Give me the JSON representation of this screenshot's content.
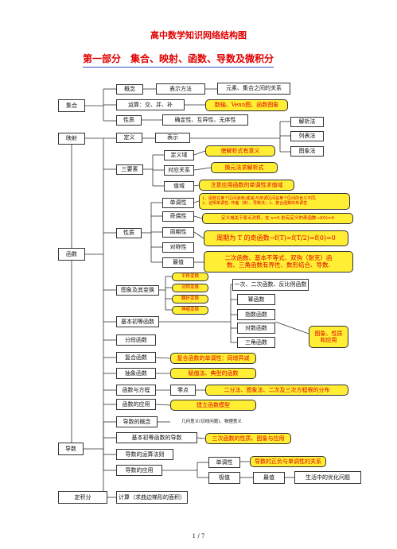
{
  "title": "高中数学知识网络结构图",
  "subtitle": "第一部分　集合、映射、函数、导数及微积分",
  "page_number": "1 / 7",
  "nodes": {
    "jihe": "集合",
    "gainian": "概念",
    "biaoshi_fangfa": "表示方法",
    "yuansu_guanxi": "元素、集合之间的关系",
    "yunsuan": "运算：交、并、补",
    "shuzhou": "数轴、Venn图、函数图象",
    "xingzhi_jihe": "性质",
    "queding": "确定性、互异性、无序性",
    "yingshe": "映射",
    "dingyi": "定义",
    "biaoshi": "表示",
    "jiexifa": "解析法",
    "liebiaofa": "列表法",
    "tuxiangfa": "图象法",
    "dingyiyu": "定义域",
    "sanyaosu": "三要素",
    "duiying": "对应关系",
    "zhiyu": "值域",
    "tip_dingyiyu": "使解析式有意义",
    "tip_huanyuan": "换元法求解析式",
    "tip_zhiyu": "注意应用函数的单调性求值域",
    "hanshu": "函数",
    "dandiao": "单调性",
    "tip_dandiao_1": "1、函数在某个区间递增(或减)与单调区间是某个区间的含义不同;",
    "tip_dandiao_2": "2、证明单调性: 作差（商）、导数法；3、复合函数的单调性",
    "jiou": "奇偶性",
    "tip_jiou": "定义域关于原点对称，在 x=0 处有定义的奇函数→f(0)=0",
    "zhouqi": "周期性",
    "tip_zhouqi": "周期为 T 的奇函数→f(T)=f(T/2)=f(0)=0",
    "xingzhi_hanshu": "性质",
    "duichen": "对称性",
    "zuizhi": "最值",
    "tip_zuizhi_1": "二次函数、基本不等式、双钩（耐克）函",
    "tip_zuizhi_2": "数、三角函数有界性、数形结合、导数.",
    "pingyi": "平移变换",
    "duichen_bianhuan": "对称变换",
    "fanzhe": "翻折变换",
    "shensuo": "伸缩变换",
    "tuxiang_bianhuan": "图象及其变换",
    "yierci": "一次、二次函数、反比例函数",
    "mihanshu": "幂函数",
    "zhishu": "指数函数",
    "duishu": "对数函数",
    "sanjiao": "三角函数",
    "tuxiang_xingzhi": "图象、性质和应用",
    "jichu_chudeng": "基本初等函数",
    "fenduan": "分段函数",
    "fuhe": "复合函数",
    "tip_fuhe": "复合函数的单调性：同增异减",
    "chouxiang": "抽象函数",
    "tip_chouxiang": "赋值法、典型的函数",
    "fangcheng": "函数与方程",
    "lingdian": "零点",
    "tip_lingdian": "二分法、图象法、二次及三次方程根的分布",
    "yingyong": "函数的应用",
    "tip_yingyong": "建立函数模型",
    "daoshu": "导数",
    "daoshu_gainian": "导数的概念",
    "jihe_yiyi": "几何意义(切线问题)、物理意义",
    "jichu_daoshu": "基本初等函数的导数",
    "tip_sanci": "三次函数的性质、图象与应用",
    "yunsuan_faze": "导数的运算法则",
    "daoshu_yingyong": "导数的应用",
    "dandiao2": "单调性",
    "tip_dandiao2": "导数的正负与单调性的关系",
    "jizhi": "极值",
    "zuizhi2": "最值",
    "youhua": "生活中的优化问题",
    "dingjifen": "定积分",
    "jisuan": "计算（求曲边梯形的面积）"
  }
}
